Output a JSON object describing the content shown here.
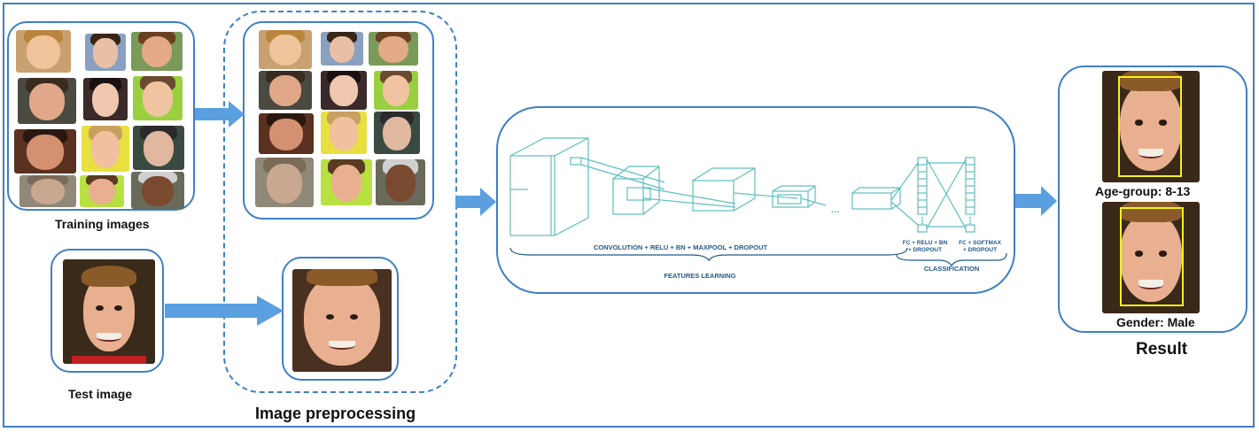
{
  "labels": {
    "training_images": "Training images",
    "test_image": "Test image",
    "image_preprocessing": "Image preprocessing",
    "result": "Result",
    "age_group": "Age-group: 8-13",
    "gender": "Gender: Male"
  },
  "cnn": {
    "features_stage": "CONVOLUTION + RELU + BN + MAXPOOL + DROPOUT",
    "features_learning": "FEATURES LEARNING",
    "fc1_line1": "FC + RELU + BN",
    "fc1_line2": "+ DROPOUT",
    "fc2_line1": "FC + SOFTMAX",
    "fc2_line2": "+ DROPOUT",
    "classification": "CLASSIFICATION",
    "ellipsis": "..."
  },
  "colors": {
    "border_blue": "#3f7fc6",
    "arrow_blue": "#5a9fe0",
    "cnn_teal": "#5fbfbf",
    "detection_yellow": "#f2f21a"
  }
}
